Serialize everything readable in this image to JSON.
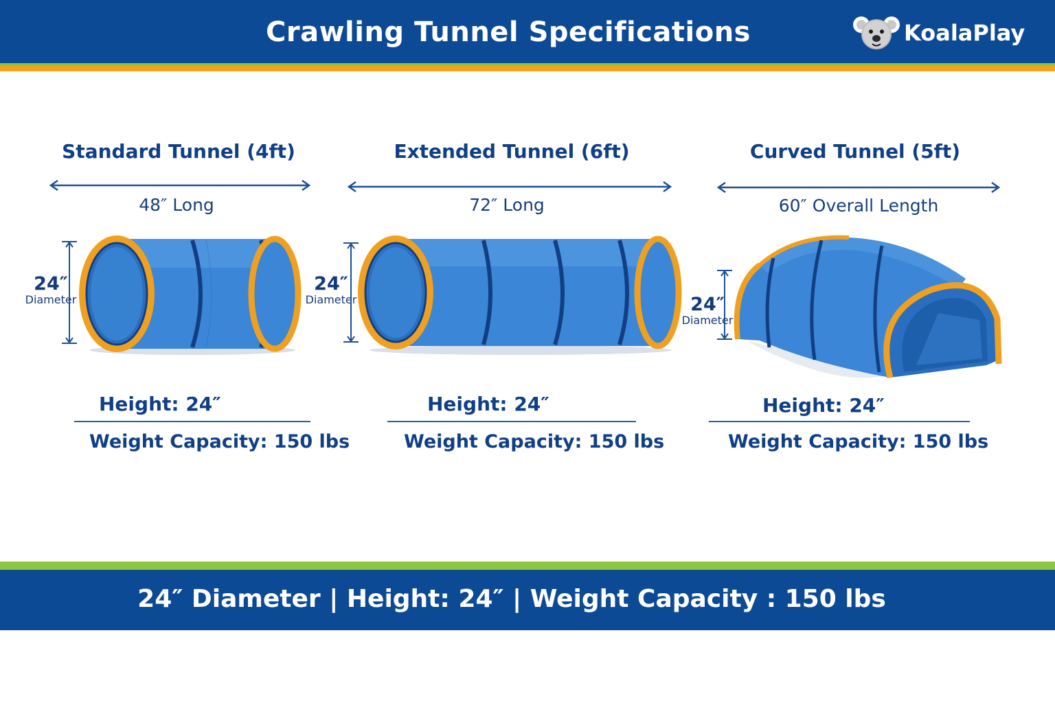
{
  "header": {
    "title": "Crawling Tunnel Specifications",
    "brand": "KoalaPlay",
    "brand_icon": "koala-face-icon"
  },
  "colors": {
    "navy": "#0d4a96",
    "green": "#8cc63f",
    "orange": "#f5a31a",
    "tunnel_blue": "#3b86d6",
    "text_navy": "#0f3f86"
  },
  "tunnels": [
    {
      "title": "Standard Tunnel (4ft)",
      "length": "48″ Long",
      "diameter_value": "24″",
      "diameter_label": "Diameter",
      "height": "Height: 24″",
      "weight": "Weight Capacity: 150 lbs"
    },
    {
      "title": "Extended Tunnel (6ft)",
      "length": "72″ Long",
      "diameter_value": "24″",
      "diameter_label": "Diameter",
      "height": "Height: 24″",
      "weight": "Weight Capacity: 150 lbs"
    },
    {
      "title": "Curved Tunnel (5ft)",
      "length": "60″ Overall Length",
      "diameter_value": "24″",
      "diameter_label": "Diameter",
      "height": "Height: 24″",
      "weight": "Weight Capacity: 150 lbs"
    }
  ],
  "footer": {
    "summary": "24″ Diameter  |  Height: 24″  |  Weight Capacity : 150 lbs"
  }
}
